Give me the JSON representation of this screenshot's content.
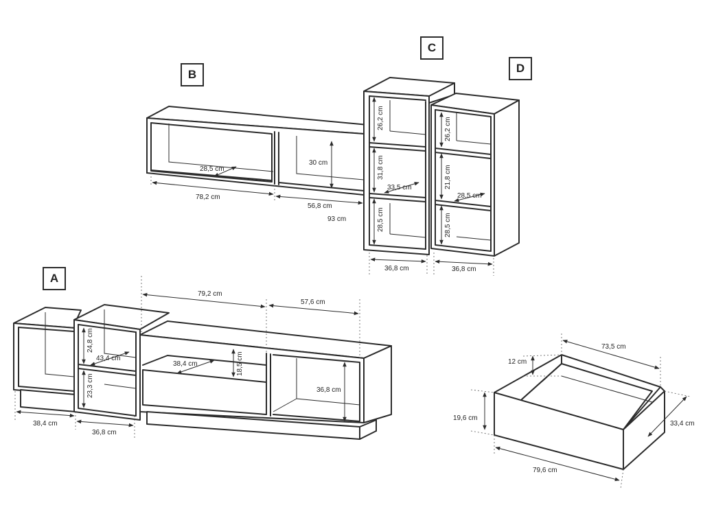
{
  "labels": {
    "a": "A",
    "b": "B",
    "c": "C",
    "d": "D"
  },
  "unit_b": {
    "depth": "28,5 cm",
    "height": "30 cm",
    "width_left": "78,2 cm",
    "width_right": "56,8 cm",
    "width_total": "93 cm"
  },
  "unit_c": {
    "shelf_top": "26,2 cm",
    "shelf_mid": "31,8 cm",
    "shelf_bottom": "28,5 cm",
    "depth": "33,5 cm",
    "width": "36,8 cm"
  },
  "unit_d": {
    "shelf_top": "26,2 cm",
    "shelf_mid": "21,8 cm",
    "shelf_bottom": "28,5 cm",
    "depth": "28,5 cm",
    "width": "36,8 cm"
  },
  "unit_a": {
    "top_left": "79,2 cm",
    "top_right": "57,6 cm",
    "shelf_top": "24,8 cm",
    "shelf_bottom": "23,3 cm",
    "shelf_depth": "43,4 cm",
    "drawer_depth": "38,4 cm",
    "drawer_height": "18,5 cm",
    "open_height": "36,8 cm",
    "width_left": "38,4 cm",
    "width_mid": "36,8 cm"
  },
  "drawer": {
    "width_top": "73,5 cm",
    "inner_height": "12 cm",
    "front_height": "19,6 cm",
    "depth": "33,4 cm",
    "width_front": "79,6 cm"
  }
}
